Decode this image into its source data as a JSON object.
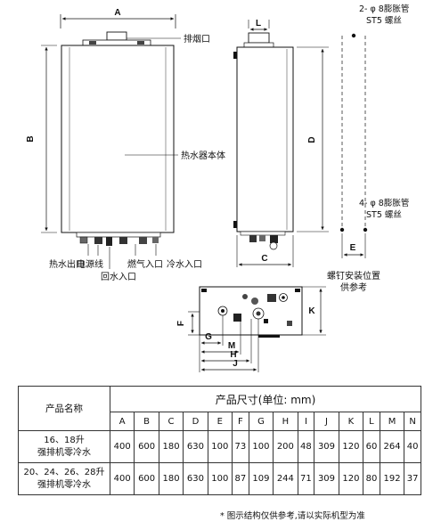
{
  "dims": {
    "A": "A",
    "B": "B",
    "C": "C",
    "D": "D",
    "E": "E",
    "F": "F",
    "G": "G",
    "H": "H",
    "J": "J",
    "K": "K",
    "L": "L",
    "M": "M"
  },
  "labels": {
    "flue": "排烟口",
    "body": "热水器本体",
    "hot_out": "热水出口",
    "power": "电源线",
    "gas_in": "燃气入口",
    "cold_in": "冷水入口",
    "water_in": "回水入口",
    "screw_top_1": "2- φ 8膨胀管",
    "screw_top_2": "ST5 螺丝",
    "screw_bot_1": "4- φ 8膨胀管",
    "screw_bot_2": "ST5 螺丝",
    "mount_1": "螺钉安装位置",
    "mount_2": "供参考"
  },
  "table": {
    "name_header": "产品名称",
    "dim_header": "产品尺寸(单位: mm)",
    "columns": [
      "A",
      "B",
      "C",
      "D",
      "E",
      "F",
      "G",
      "H",
      "I",
      "J",
      "K",
      "L",
      "M",
      "N"
    ],
    "rows": [
      {
        "name1": "16、18升",
        "name2": "强排机零冷水",
        "values": [
          "400",
          "600",
          "180",
          "630",
          "100",
          "73",
          "100",
          "200",
          "48",
          "309",
          "120",
          "60",
          "264",
          "40"
        ]
      },
      {
        "name1": "20、24、26、28升",
        "name2": "强排机零冷水",
        "values": [
          "400",
          "600",
          "180",
          "630",
          "100",
          "87",
          "109",
          "244",
          "71",
          "309",
          "120",
          "80",
          "192",
          "37"
        ]
      }
    ]
  },
  "note": "* 图示结构仅供参考,请以实际机型为准"
}
